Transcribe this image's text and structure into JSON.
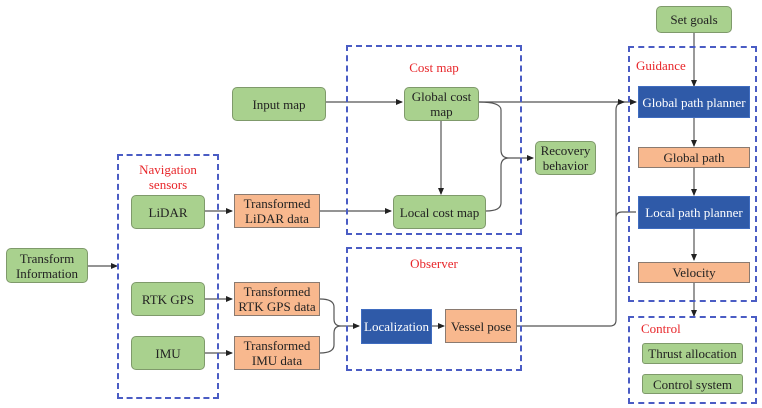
{
  "diagram": {
    "groups": {
      "navigation": "Navigation sensors",
      "costmap": "Cost map",
      "observer": "Observer",
      "guidance": "Guidance",
      "control": "Control"
    },
    "nodes": {
      "transform_info": "Transform Information",
      "lidar": "LiDAR",
      "rtk_gps": "RTK GPS",
      "imu": "IMU",
      "transformed_lidar": "Transformed LiDAR data",
      "transformed_rtk": "Transformed RTK GPS data",
      "transformed_imu": "Transformed IMU data",
      "input_map": "Input map",
      "global_cost_map": "Global cost map",
      "local_cost_map": "Local cost map",
      "recovery_behavior": "Recovery behavior",
      "localization": "Localization",
      "vessel_pose": "Vessel pose",
      "set_goals": "Set goals",
      "global_path_planner": "Global path planner",
      "global_path": "Global path",
      "local_path_planner": "Local path planner",
      "velocity": "Velocity",
      "thrust_allocation": "Thrust allocation",
      "control_system": "Control system"
    },
    "colors": {
      "green_node": "#a9d18e",
      "orange_node": "#f8b88e",
      "blue_node": "#2f5aa8",
      "group_border": "#4a5cc4",
      "group_title": "#e8262a"
    }
  }
}
